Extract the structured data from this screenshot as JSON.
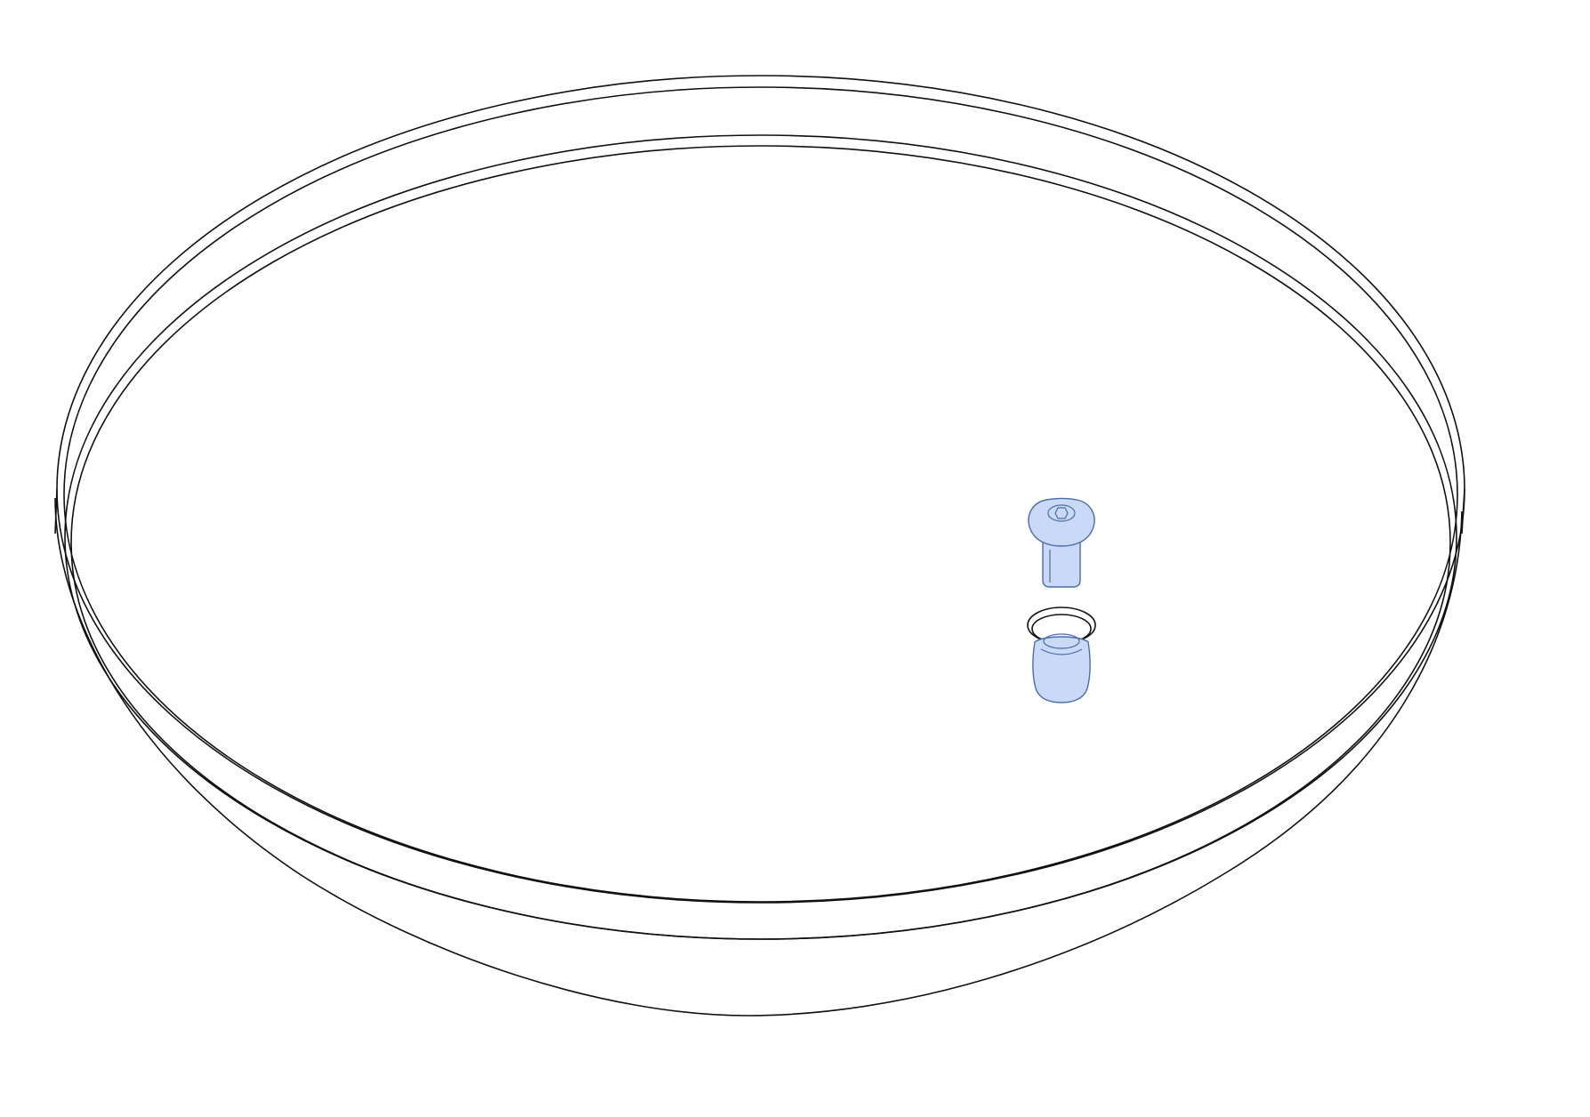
{
  "drawing": {
    "components": [
      {
        "name": "tray",
        "visible": true
      },
      {
        "name": "button-head-screw",
        "visible": true,
        "highlighted": true
      },
      {
        "name": "flanged-nut",
        "visible": true,
        "highlighted": true
      }
    ]
  },
  "colors": {
    "background": "#ffffff",
    "outline": "#111111",
    "highlight_fill": "#c9d9f7",
    "highlight_stroke": "#4a6ea8"
  }
}
